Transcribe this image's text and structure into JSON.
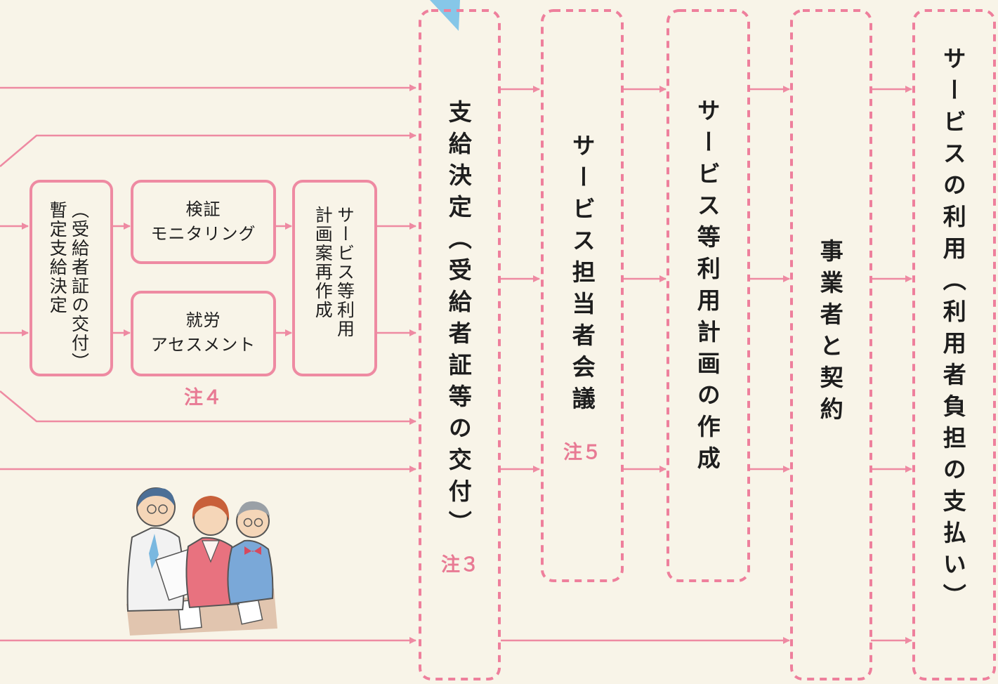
{
  "boxes": {
    "provisional_decision": {
      "line1": "暫定支給決定",
      "line2": "（受給者証の交付）"
    },
    "verification": {
      "line1": "検証",
      "line2": "モニタリング"
    },
    "employment": {
      "line1": "就労",
      "line2": "アセスメント"
    },
    "plan_recreate": {
      "line1": "サービス等利用",
      "line2": "計画案再作成"
    }
  },
  "stages": {
    "decision": "支給決定（受給者証等の交付）",
    "meeting": "サービス担当者会議",
    "plan": "サービス等利用計画の作成",
    "contract": "事業者と契約",
    "usage": "サービスの利用（利用者負担の支払い）"
  },
  "notes": {
    "note3": "注３",
    "note4": "注４",
    "note5": "注５"
  },
  "colors": {
    "arrow": "#ee8aa2",
    "dashed_border": "#ee7f9c",
    "box_border": "#ee8aa2",
    "accent_blue": "#86c7e8",
    "note_text": "#e87a94",
    "background": "#f8f4e8"
  }
}
